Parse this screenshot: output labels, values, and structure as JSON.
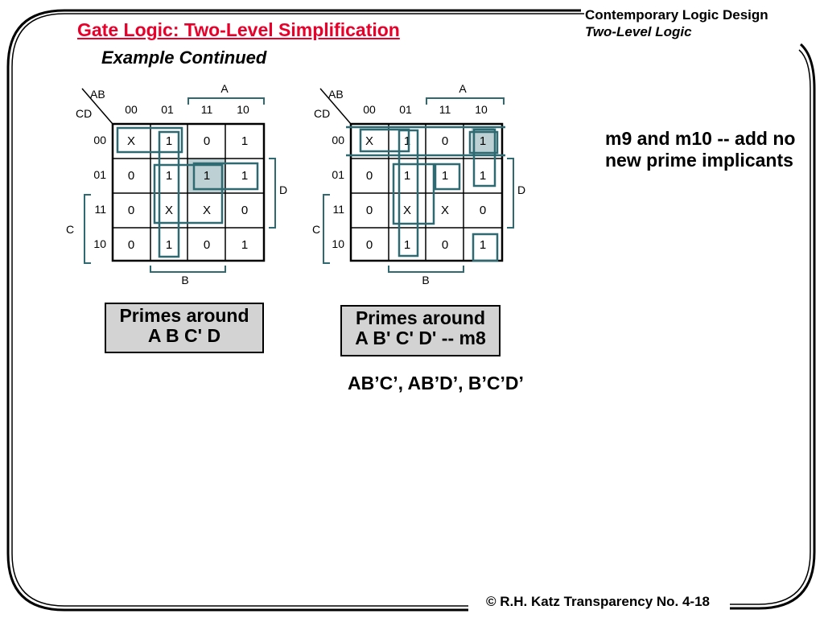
{
  "header": {
    "title": "Gate Logic: Two-Level Simplification",
    "subtitle": "Example Continued",
    "course_title": "Contemporary Logic Design",
    "course_subtitle": "Two-Level Logic"
  },
  "kmap_labels": {
    "ab": "AB",
    "cd": "CD",
    "col_headers": [
      "00",
      "01",
      "11",
      "10"
    ],
    "row_headers": [
      "00",
      "01",
      "11",
      "10"
    ],
    "var_a": "A",
    "var_b": "B",
    "var_c": "C",
    "var_d": "D"
  },
  "kmaps": [
    {
      "cells": [
        [
          "X",
          "1",
          "0",
          "1"
        ],
        [
          "0",
          "1",
          "1",
          "1"
        ],
        [
          "0",
          "X",
          "X",
          "0"
        ],
        [
          "0",
          "1",
          "0",
          "1"
        ]
      ],
      "highlight": [
        1,
        2
      ],
      "caption": "Primes around A B C' D"
    },
    {
      "cells": [
        [
          "X",
          "1",
          "0",
          "1"
        ],
        [
          "0",
          "1",
          "1",
          "1"
        ],
        [
          "0",
          "X",
          "X",
          "0"
        ],
        [
          "0",
          "1",
          "0",
          "1"
        ]
      ],
      "highlight": [
        0,
        3
      ],
      "caption": "Primes around A B' C' D' -- m8"
    }
  ],
  "captions": {
    "first_line_1": "Primes around",
    "first_line_2": "A B C' D",
    "second_line_1": "Primes around",
    "second_line_2": "A B' C' D' -- m8"
  },
  "primes_list": "AB’C’, AB’D’, B’C’D’",
  "note": "m9 and m10 -- add no new prime implicants",
  "footer": "© R.H. Katz   Transparency No. 4-18",
  "colors": {
    "title": "#e8002a",
    "group_outline": "#2f6a73",
    "highlight_fill": "#bdd0d3",
    "caption_fill": "#d3d3d3"
  }
}
